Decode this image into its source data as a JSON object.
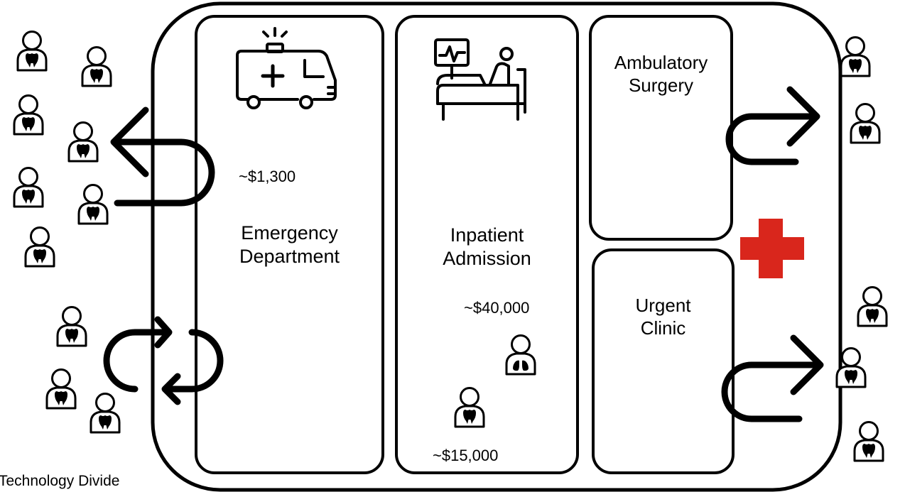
{
  "departments": {
    "emergency": {
      "line1": "Emergency",
      "line2": "Department",
      "cost": "~$1,300"
    },
    "inpatient": {
      "line1": "Inpatient",
      "line2": "Admission",
      "cost_high": "~$40,000",
      "cost_low": "~$15,000"
    },
    "ambulatory": {
      "line1": "Ambulatory",
      "line2": "Surgery"
    },
    "urgent": {
      "line1": "Urgent",
      "line2": "Clinic"
    }
  },
  "caption": "Technology Divide",
  "icons": [
    "ambulance-icon",
    "hospital-bed-monitor-icon",
    "patient-tooth-icon",
    "patient-lungs-icon",
    "red-cross-icon",
    "u-turn-arrow-icon",
    "loop-arrow-icon"
  ],
  "colors": {
    "outline": "#000000",
    "cross": "#d9261c",
    "background": "#ffffff"
  }
}
